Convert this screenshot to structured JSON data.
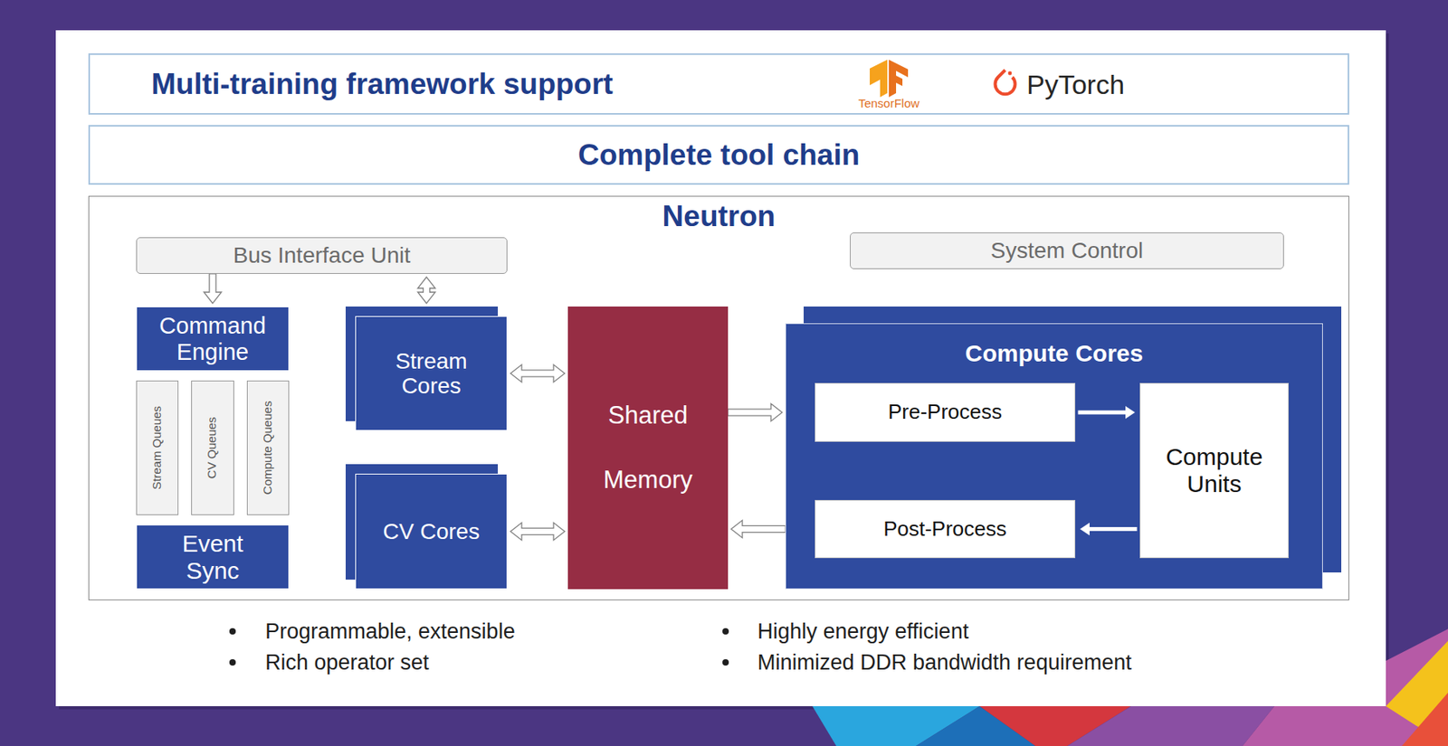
{
  "diagram": {
    "nodes": [
      {
        "text": [
          "Multi-training framework support"
        ]
      },
      {
        "text": [
          "Complete tool chain"
        ]
      },
      {
        "text": [
          "Neutron"
        ]
      },
      {
        "text": [
          "Bus Interface Unit"
        ],
        "in": 2
      },
      {
        "text": [
          "System Control"
        ],
        "in": 2
      },
      {
        "text": [
          "Command Engine"
        ],
        "in": 2
      },
      {
        "text": [
          "Stream Queues"
        ],
        "in": 2
      },
      {
        "text": [
          "CV Queues"
        ],
        "in": 2
      },
      {
        "text": [
          "Compute Queues"
        ],
        "in": 2
      },
      {
        "text": [
          "Event Sync"
        ],
        "in": 2
      },
      {
        "text": [
          "Stream Cores"
        ],
        "in": 2
      },
      {
        "text": [
          "CV Cores"
        ],
        "in": 2
      },
      {
        "text": [
          "Shared Memory"
        ],
        "in": 2
      },
      {
        "text": [
          "Compute Cores"
        ],
        "in": 2
      },
      {
        "text": [
          "Pre-Process"
        ],
        "in": 13
      },
      {
        "text": [
          "Compute Units"
        ],
        "in": 13
      },
      {
        "text": [
          "Post-Process"
        ],
        "in": 13
      }
    ],
    "edges": [
      {
        "from": 3,
        "to": 5,
        "arrow": "to"
      },
      {
        "from": 3,
        "to": 10,
        "arrow": "both"
      },
      {
        "from": 10,
        "to": 12,
        "arrow": "both"
      },
      {
        "from": 11,
        "to": 12,
        "arrow": "both"
      },
      {
        "from": 12,
        "to": 13,
        "arrow": "to"
      },
      {
        "from": 13,
        "to": 12,
        "arrow": "to"
      },
      {
        "from": 14,
        "to": 15,
        "arrow": "to"
      },
      {
        "from": 15,
        "to": 16,
        "arrow": "to"
      }
    ],
    "labels": [
      "TensorFlow",
      "PyTorch",
      "Programmable, extensible",
      "Rich operator set",
      "Highly energy efficient",
      "Minimized DDR bandwidth requirement"
    ]
  }
}
